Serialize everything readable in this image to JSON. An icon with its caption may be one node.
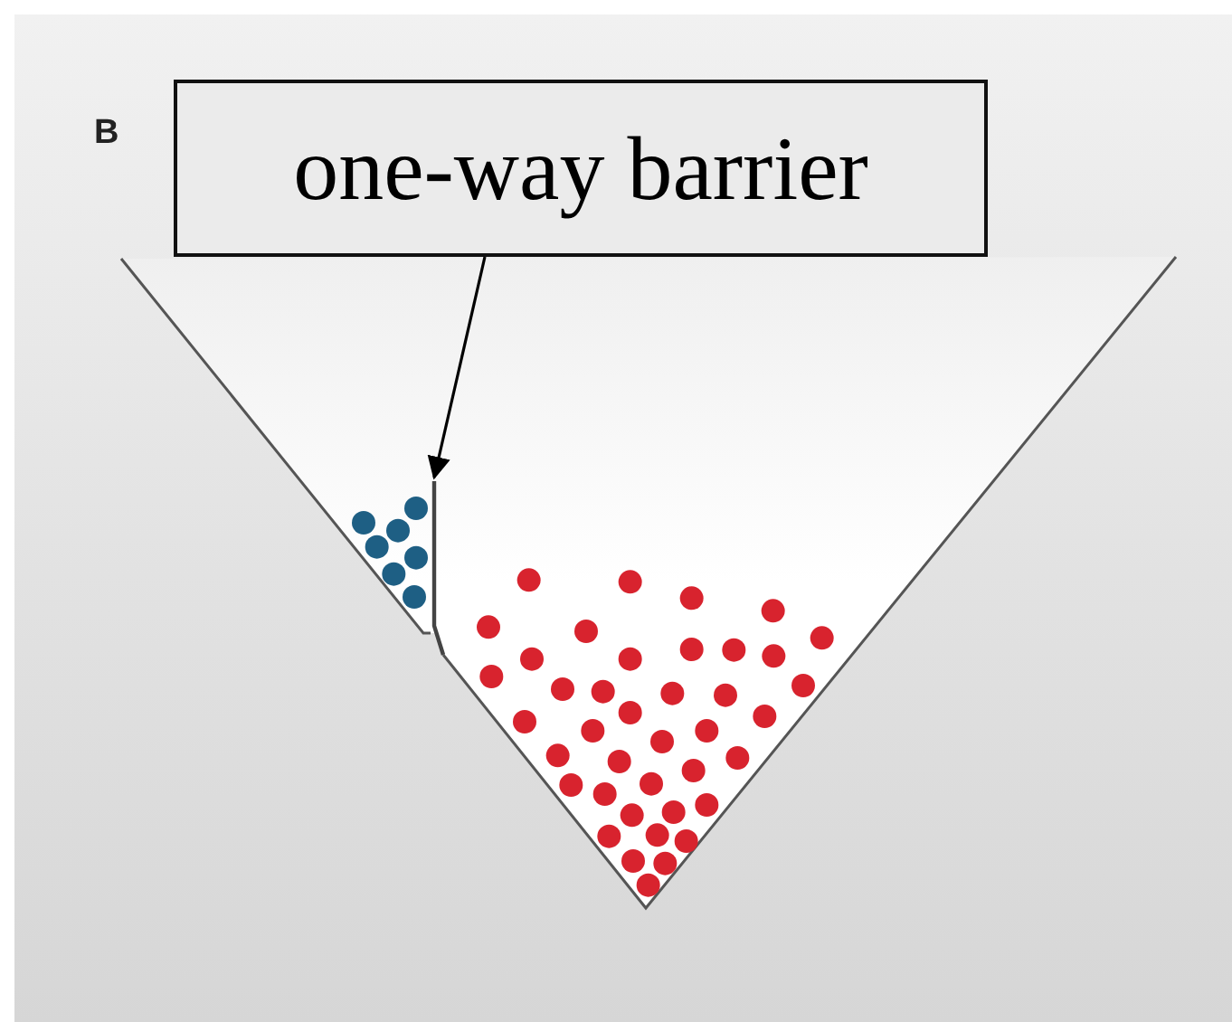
{
  "diagram": {
    "nodes": [
      {
        "text": [
          "one-way barrier"
        ]
      },
      {
        "text": [],
        "shape": "bar"
      }
    ],
    "edges": [
      {
        "from": 0,
        "to": 1,
        "arrow": "to"
      }
    ],
    "labels": [
      "B"
    ]
  }
}
